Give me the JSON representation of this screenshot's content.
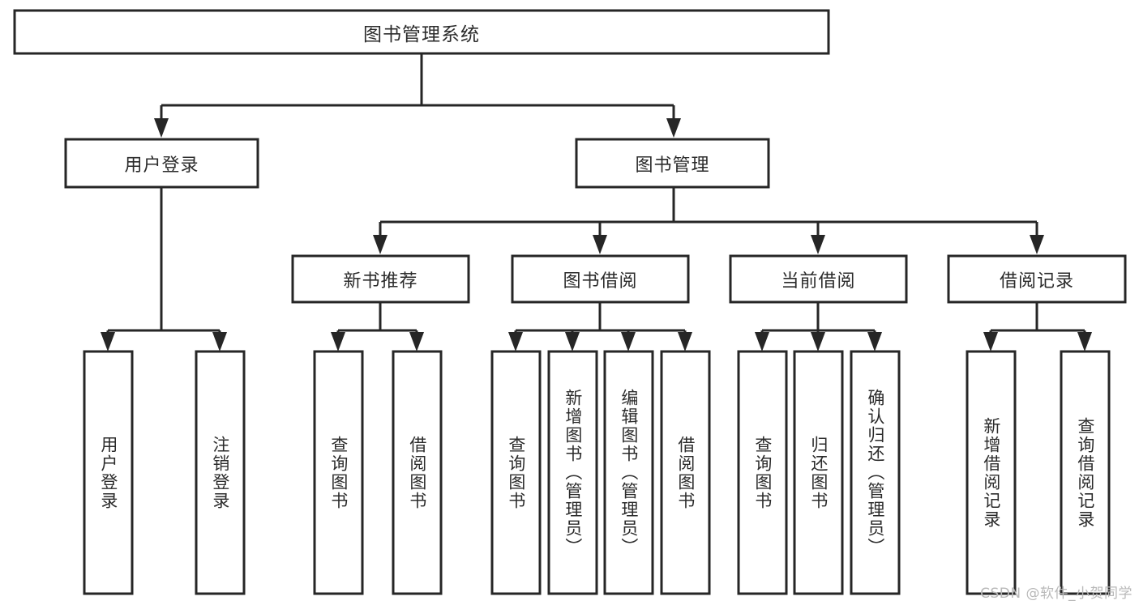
{
  "diagram": {
    "type": "tree",
    "title": "图书管理系统",
    "watermark": "CSDN @软件_小贺同学",
    "colors": {
      "stroke": "#262626",
      "fill": "#ffffff",
      "text": "#2b2b2b",
      "watermark": "#b8b8b8",
      "background": "#ffffff"
    },
    "nodes": {
      "root": {
        "label": "图书管理系统"
      },
      "level2": [
        {
          "id": "user-login",
          "label": "用户登录"
        },
        {
          "id": "book-manage",
          "label": "图书管理"
        }
      ],
      "level3": [
        {
          "id": "new-book-recommend",
          "label": "新书推荐"
        },
        {
          "id": "book-borrow",
          "label": "图书借阅"
        },
        {
          "id": "current-borrow",
          "label": "当前借阅"
        },
        {
          "id": "borrow-record",
          "label": "借阅记录"
        }
      ],
      "leaves": {
        "user-login": [
          {
            "id": "leaf-user-login",
            "label": "用户登录"
          },
          {
            "id": "leaf-logout-login",
            "label": "注销登录"
          }
        ],
        "new-book-recommend": [
          {
            "id": "leaf-query-book-1",
            "label": "查询图书"
          },
          {
            "id": "leaf-borrow-book-1",
            "label": "借阅图书"
          }
        ],
        "book-borrow": [
          {
            "id": "leaf-query-book-2",
            "label": "查询图书"
          },
          {
            "id": "leaf-add-book",
            "label": "新增图书（管理员）"
          },
          {
            "id": "leaf-edit-book",
            "label": "编辑图书（管理员）"
          },
          {
            "id": "leaf-borrow-book-2",
            "label": "借阅图书"
          }
        ],
        "current-borrow": [
          {
            "id": "leaf-query-book-3",
            "label": "查询图书"
          },
          {
            "id": "leaf-return-book",
            "label": "归还图书"
          },
          {
            "id": "leaf-confirm-return",
            "label": "确认归还（管理员）"
          }
        ],
        "borrow-record": [
          {
            "id": "leaf-add-record",
            "label": "新增借阅记录"
          },
          {
            "id": "leaf-query-record",
            "label": "查询借阅记录"
          }
        ]
      }
    }
  }
}
